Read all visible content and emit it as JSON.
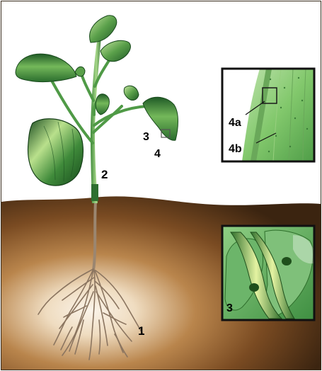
{
  "labels": {
    "root_region": "1",
    "stem_region": "2",
    "leaf_region_cell": "3",
    "leaf_region_surface": "4",
    "inset_detail_a": "4a",
    "inset_detail_b": "4b",
    "cell_inset": "3"
  },
  "colors": {
    "sky": "#ffffff",
    "soil_dark": "#3b2410",
    "soil_mid": "#8a5a2c",
    "soil_light": "#f6ecdc",
    "leaf_dark": "#1f5a26",
    "leaf_light": "#9ed07a",
    "inset_border": "#111111"
  }
}
